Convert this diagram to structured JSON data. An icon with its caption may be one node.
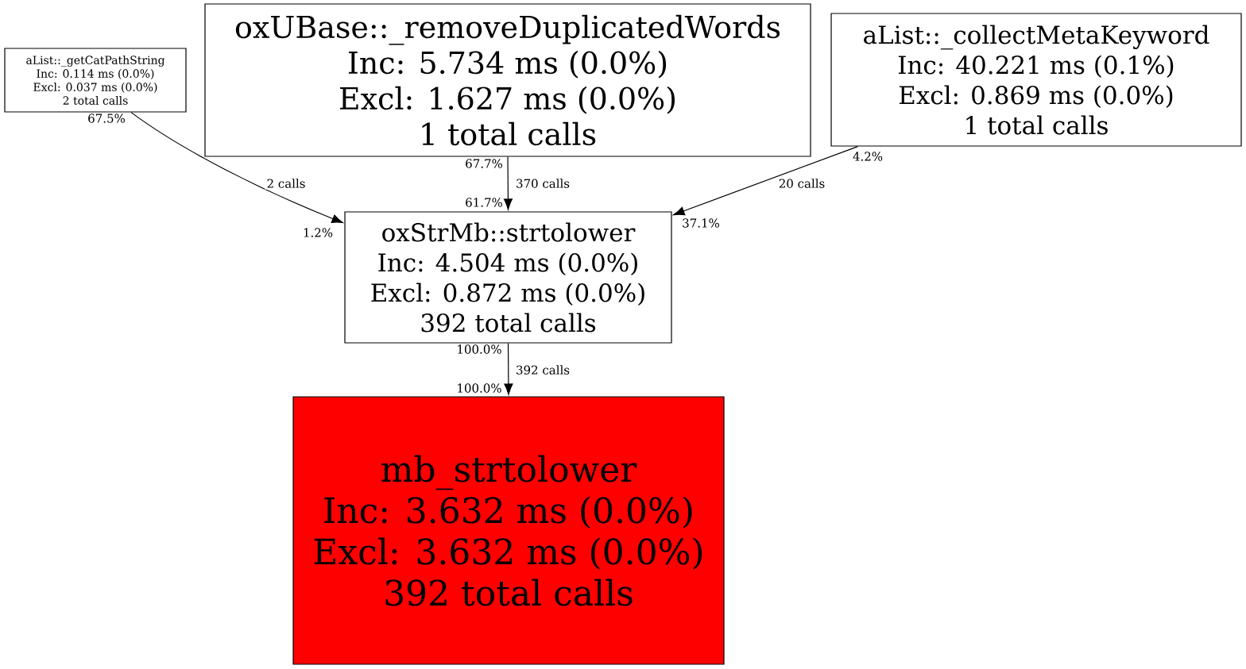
{
  "diagram": {
    "nodes": [
      {
        "text": [
          "aList::_getCatPathString",
          "Inc: 0.114 ms (0.0%)",
          "Excl: 0.037 ms (0.0%)",
          "2 total calls"
        ]
      },
      {
        "text": [
          "oxUBase::_removeDuplicatedWords",
          "Inc: 5.734 ms (0.0%)",
          "Excl: 1.627 ms (0.0%)",
          "1 total calls"
        ]
      },
      {
        "text": [
          "aList::_collectMetaKeyword",
          "Inc: 40.221 ms (0.1%)",
          "Excl: 0.869 ms (0.0%)",
          "1 total calls"
        ]
      },
      {
        "text": [
          "oxStrMb::strtolower",
          "Inc: 4.504 ms (0.0%)",
          "Excl: 0.872 ms (0.0%)",
          "392 total calls"
        ]
      },
      {
        "text": [
          "mb_strtolower",
          "Inc: 3.632 ms (0.0%)",
          "Excl: 3.632 ms (0.0%)",
          "392 total calls"
        ]
      }
    ],
    "edges": [
      {
        "from": 0,
        "to": 3,
        "arrow": "to",
        "label": "2 calls"
      },
      {
        "from": 1,
        "to": 3,
        "arrow": "to",
        "label": "370 calls"
      },
      {
        "from": 2,
        "to": 3,
        "arrow": "to",
        "label": "20 calls"
      },
      {
        "from": 3,
        "to": 4,
        "arrow": "to",
        "label": "392 calls"
      }
    ],
    "labels": [
      "67.5%",
      "4.2%",
      "67.7%",
      "61.7%",
      "37.1%",
      "1.2%",
      "100.0%",
      "100.0%"
    ]
  }
}
